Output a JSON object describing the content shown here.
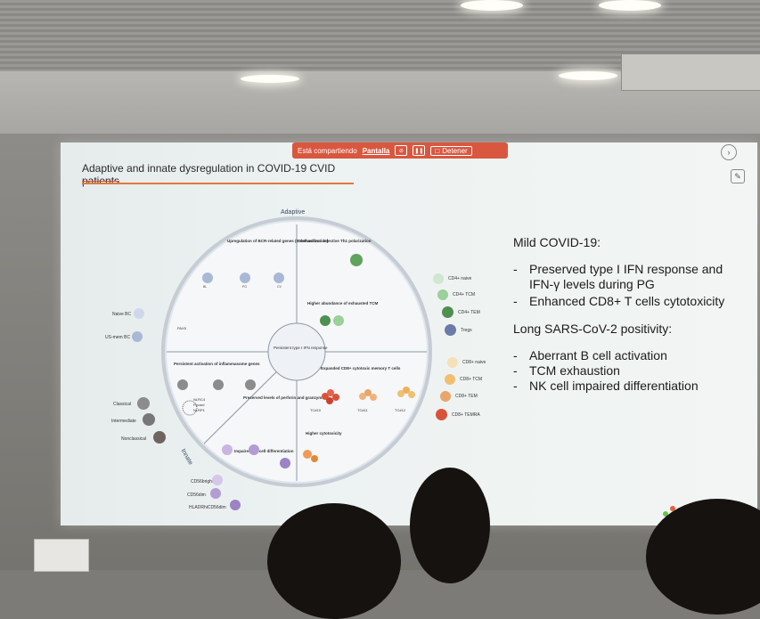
{
  "sharing_bar": {
    "text": "Está compartiendo",
    "target": "Pantalla",
    "stop_label": "Detener"
  },
  "slide": {
    "title_line1": "Adaptive and innate dysregulation in COVID-19 CVID",
    "title_line2": "patients",
    "mild_heading": "Mild COVID-19:",
    "mild_items": [
      "Preserved type I IFN response and IFN-γ levels during PG",
      "Enhanced CD8+ T cells cytotoxicity"
    ],
    "long_heading": "Long SARS-CoV-2 positivity:",
    "long_items": [
      "Aberrant B cell activation",
      "TCM exhaustion",
      "NK cell impaired differentiation"
    ]
  },
  "diagram": {
    "adaptive_label": "Adaptive",
    "innate_label": "Innate",
    "center_label": "Persistent type I IFN response",
    "q1": "Upregulation of BCR-related genes (B cell activation)",
    "q2": "Skewed but defective Th1 polarization",
    "q2b": "Higher abundance of exhausted TCM",
    "q3": "Persistent activation of inflammasome genes",
    "q4": "Expanded CD8+ cytotoxic memory T cells",
    "q4b": "Higher cytotoxicity",
    "q5": "Preserved levels of perforin and granzyme B",
    "q6": "Impaired NK cell differentiation",
    "tc_labels": [
      "TC#10",
      "TC#11",
      "TC#12"
    ],
    "legend_right": [
      "CD4+ naive",
      "CD4+ TCM",
      "CD4+ TEM",
      "Tregs",
      "CD8+ naive",
      "CD8+ TCM",
      "CD8+ TEM",
      "CD8+ TEMRA"
    ],
    "legend_left": [
      "Naive BC",
      "US-mem BC",
      "Classical",
      "Intermediate",
      "Nonclassical"
    ],
    "legend_bottom": [
      "CD56bright",
      "CD56dim",
      "HLADRhiCD56dim"
    ],
    "phase_labels": [
      "BL",
      "PG",
      "CV"
    ],
    "gene_labels": [
      "PAX5",
      "NLRC4",
      "Pycard",
      "NLRP1"
    ]
  }
}
